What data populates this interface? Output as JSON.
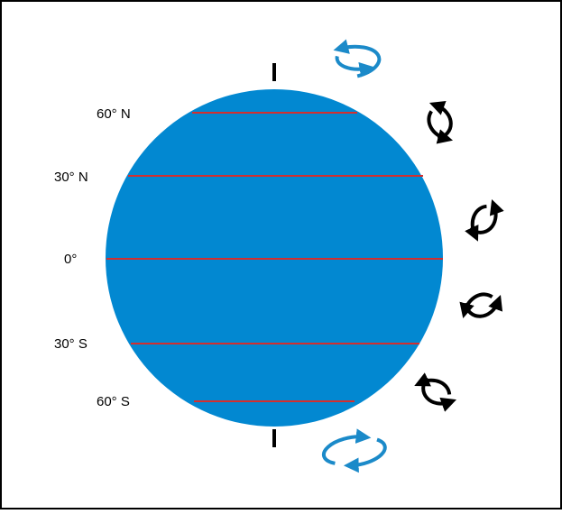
{
  "diagram": {
    "latitude_labels": [
      {
        "label": "60° N"
      },
      {
        "label": "30° N"
      },
      {
        "label": "0°"
      },
      {
        "label": "30° S"
      },
      {
        "label": "60° S"
      }
    ],
    "colors": {
      "globe": "#0288d1",
      "latitude_line": "#d32f2f",
      "polar_cell_arrow": "#1b8ac9",
      "mid_cell_arrow": "#000000",
      "frame": "#000000"
    },
    "cells": [
      {
        "name": "north-polar-cell",
        "color_key": "polar_cell_arrow"
      },
      {
        "name": "north-ferrel-cell",
        "color_key": "mid_cell_arrow"
      },
      {
        "name": "north-hadley-cell",
        "color_key": "mid_cell_arrow"
      },
      {
        "name": "south-hadley-cell",
        "color_key": "mid_cell_arrow"
      },
      {
        "name": "south-ferrel-cell",
        "color_key": "mid_cell_arrow"
      },
      {
        "name": "south-polar-cell",
        "color_key": "polar_cell_arrow"
      }
    ],
    "icons": [
      "circulation-arrows-icon",
      "axis-tick-icon"
    ]
  }
}
